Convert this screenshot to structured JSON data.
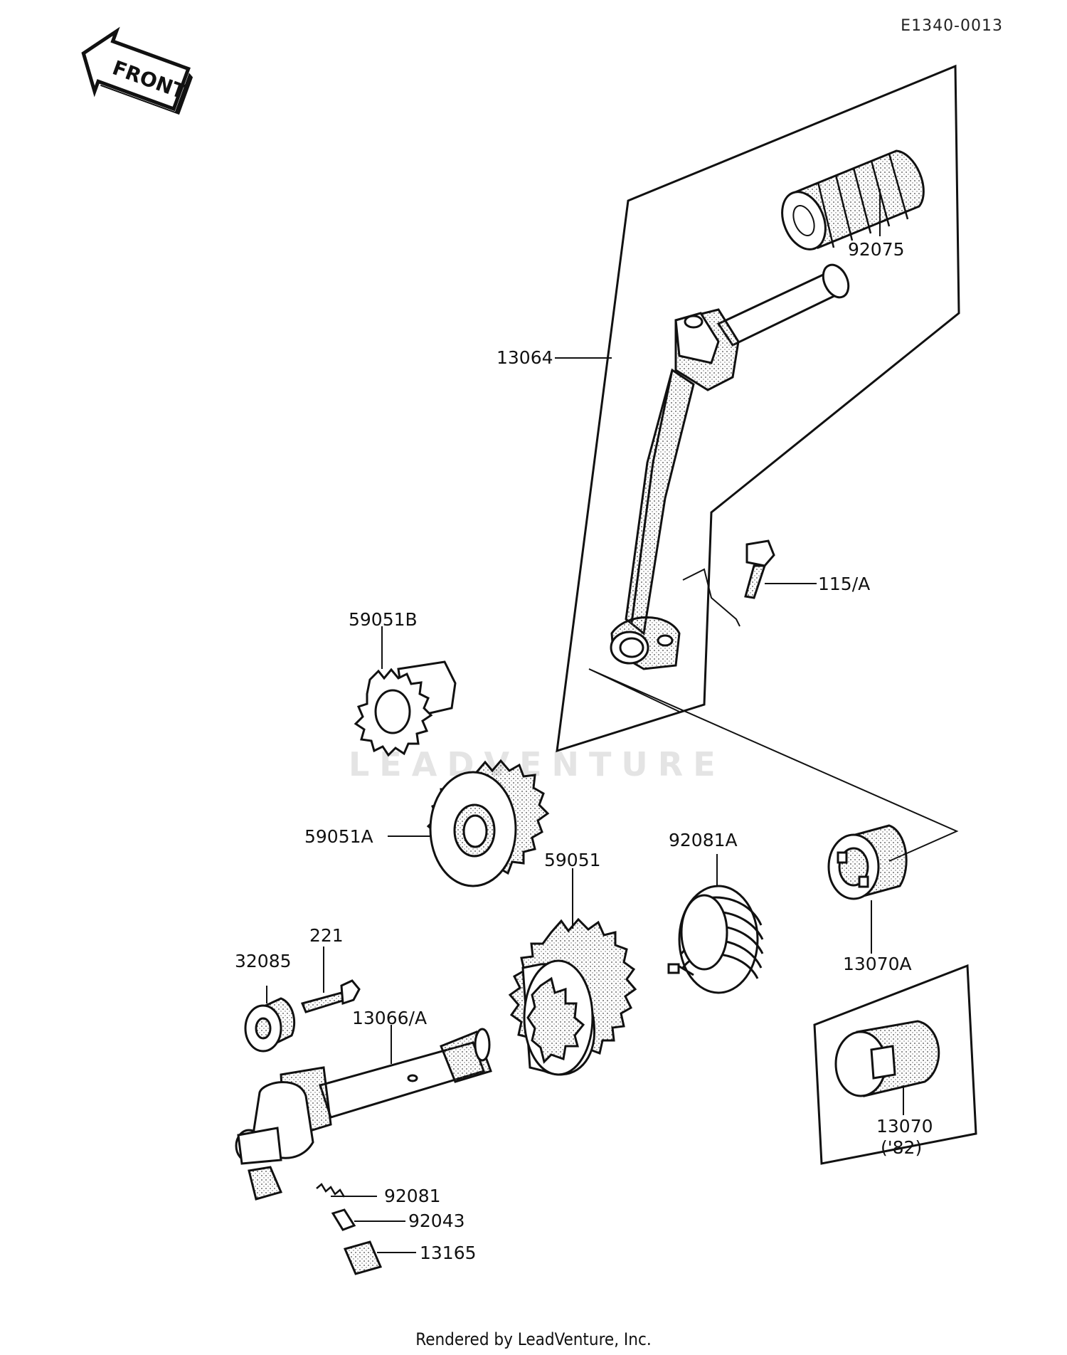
{
  "diagram_code": "E1340-0013",
  "front_label": "FRONT",
  "watermark": "LEADVENTURE",
  "footer": "Rendered by LeadVenture, Inc.",
  "parts": {
    "p92075": "92075",
    "p13064": "13064",
    "p115A": "115/A",
    "p59051B": "59051B",
    "p59051A": "59051A",
    "p59051": "59051",
    "p92081A": "92081A",
    "p13070A": "13070A",
    "p221": "221",
    "p32085": "32085",
    "p13066A": "13066/A",
    "p13070": "13070",
    "p13070_note": "('82)",
    "p92081": "92081",
    "p92043": "92043",
    "p13165": "13165"
  }
}
